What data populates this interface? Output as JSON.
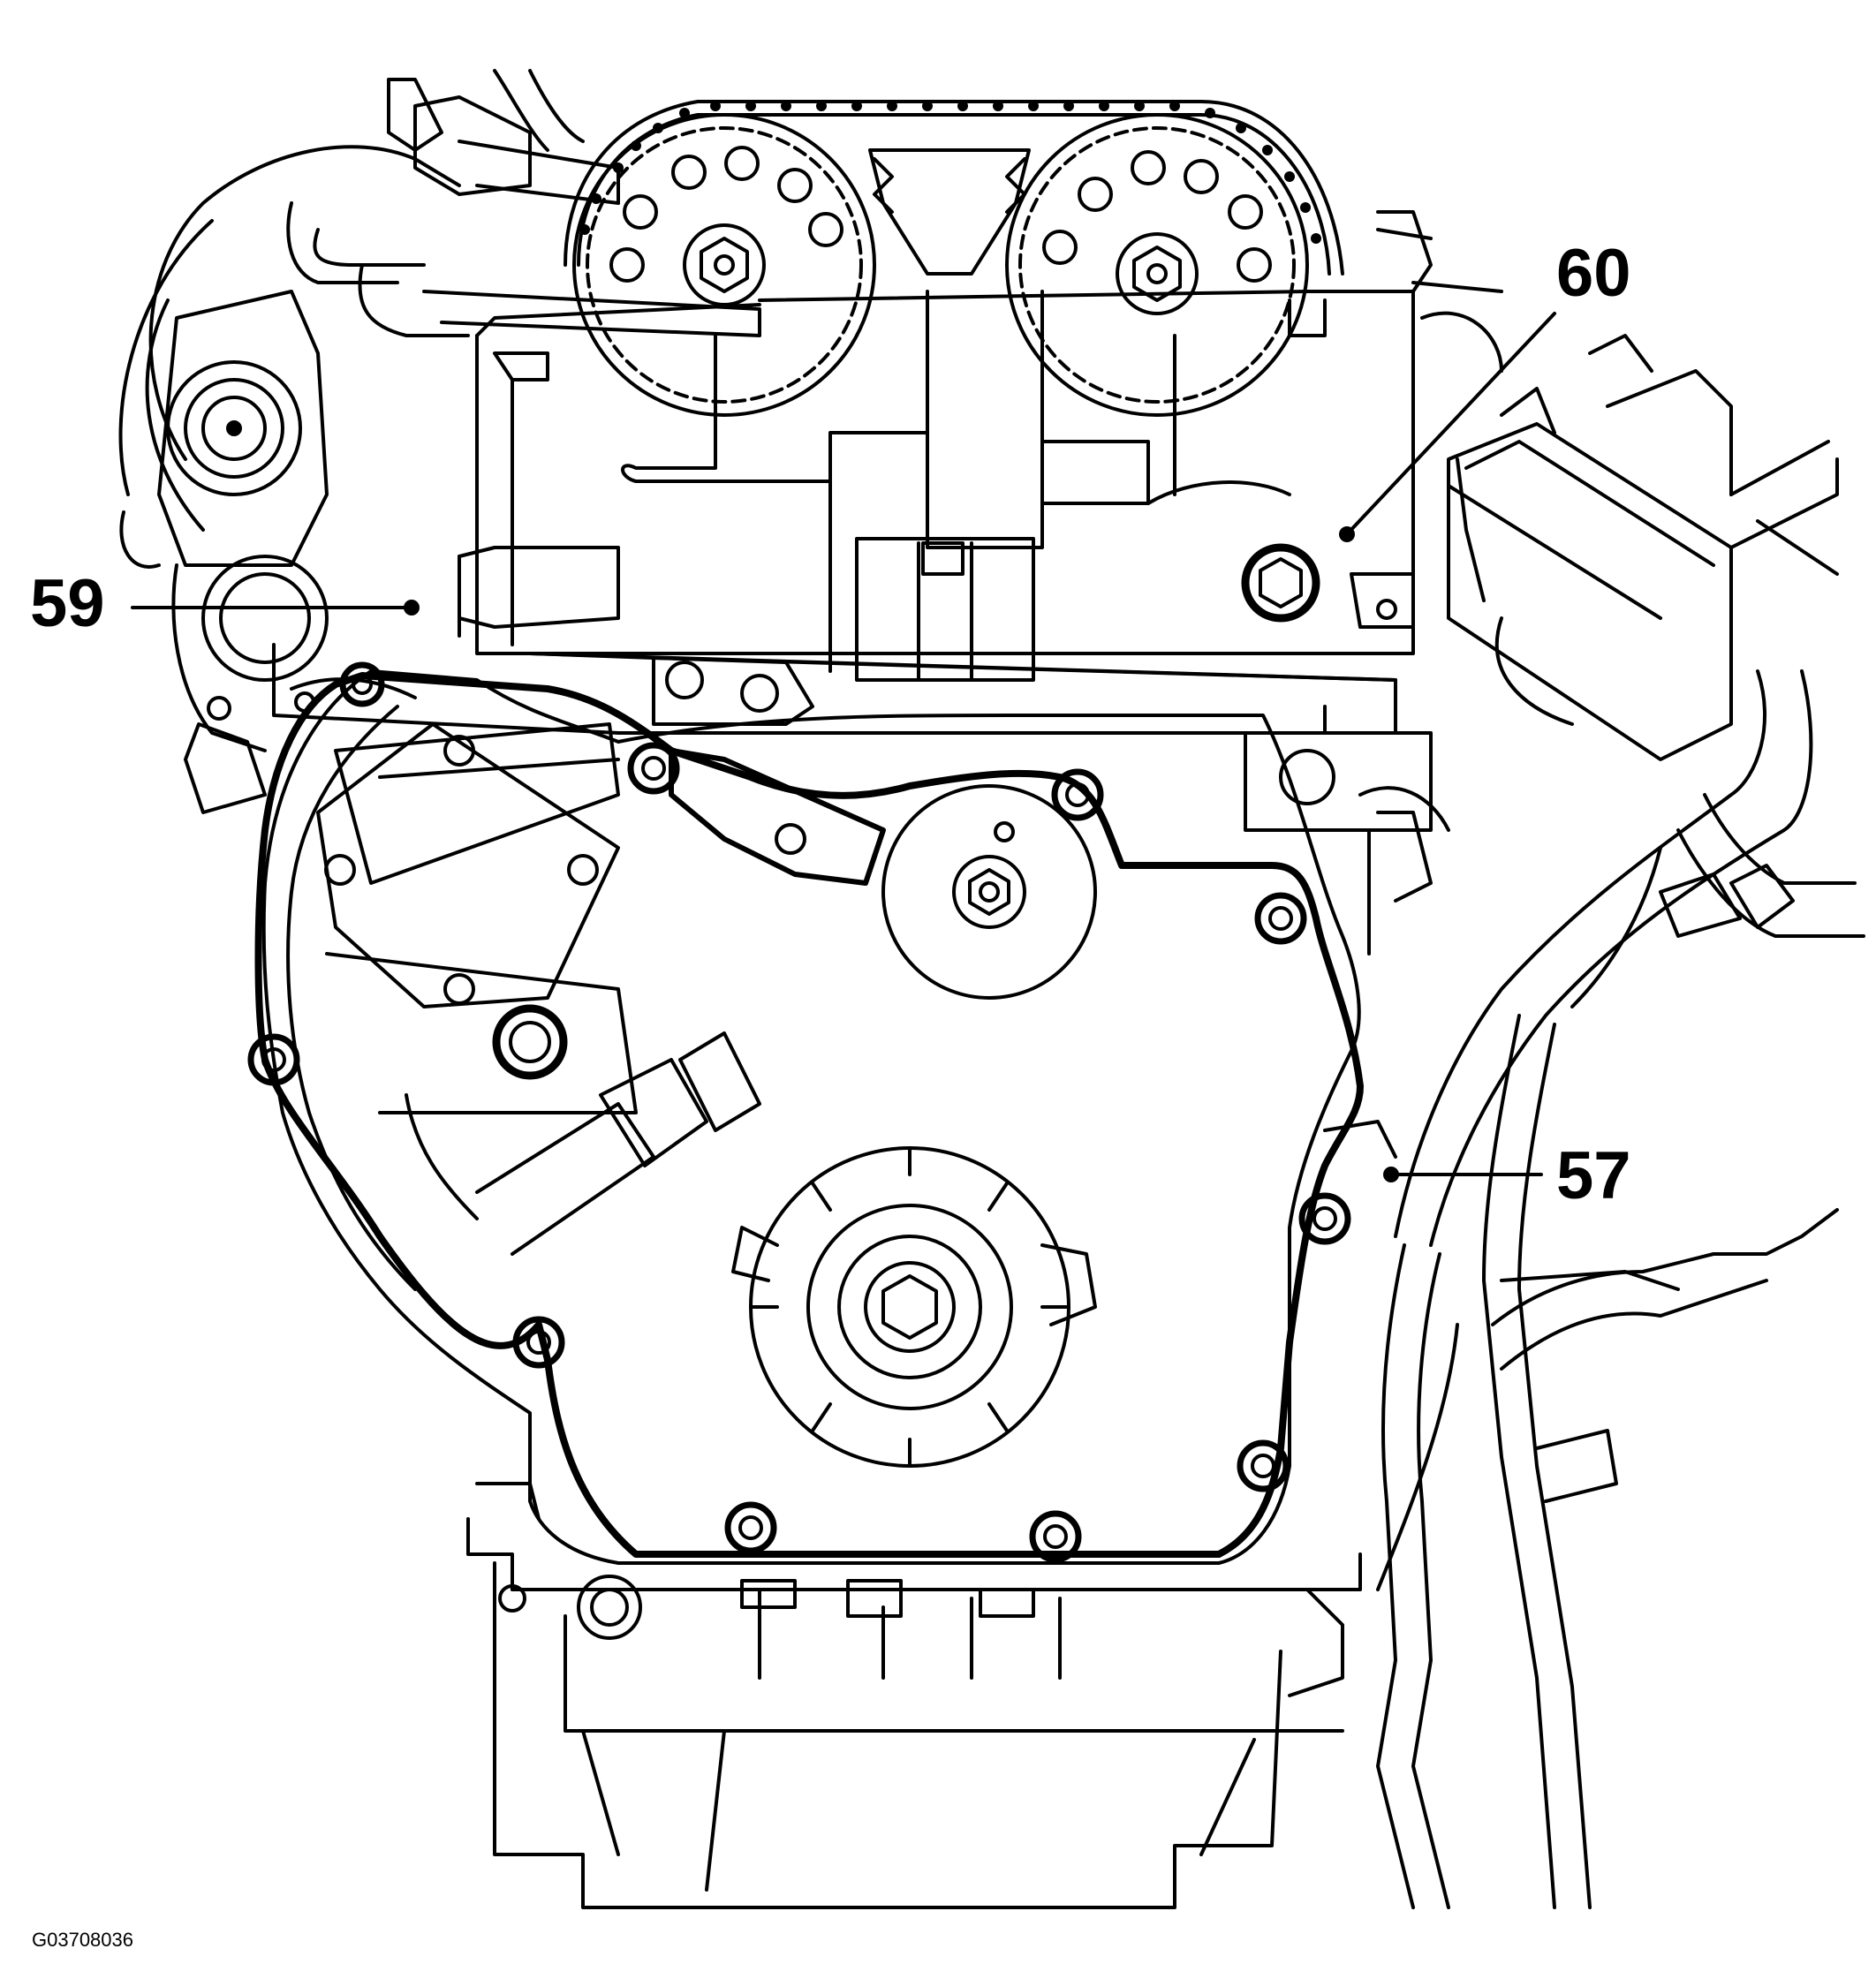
{
  "figure_id": "G03708036",
  "callouts": {
    "c59": "59",
    "c60": "60",
    "c57": "57"
  },
  "colors": {
    "line": "#000000",
    "background": "#ffffff"
  }
}
